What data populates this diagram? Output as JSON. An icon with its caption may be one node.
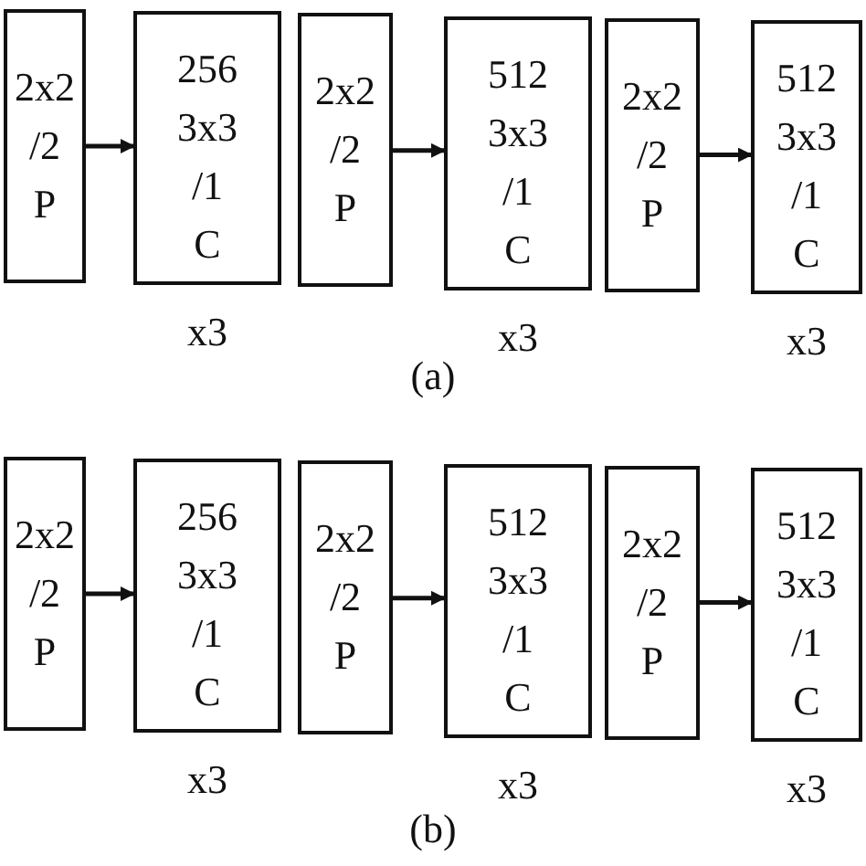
{
  "diagram": {
    "nodes": [
      {
        "text": [
          "2x2",
          "/2",
          "P"
        ]
      },
      {
        "text": [
          "256",
          "3x3",
          "/1",
          "C"
        ],
        "beside": [
          "x3"
        ]
      },
      {
        "text": [
          "2x2",
          "/2",
          "P"
        ]
      },
      {
        "text": [
          "512",
          "3x3",
          "/1",
          "C"
        ],
        "beside": [
          "x3"
        ]
      },
      {
        "text": [
          "2x2",
          "/2",
          "P"
        ]
      },
      {
        "text": [
          "512",
          "3x3",
          "/1",
          "C"
        ],
        "beside": [
          "x3"
        ]
      },
      {
        "text": [
          "2x2",
          "/2",
          "P"
        ]
      },
      {
        "text": [
          "256",
          "3x3",
          "/1",
          "C"
        ],
        "beside": [
          "x3"
        ]
      },
      {
        "text": [
          "2x2",
          "/2",
          "P"
        ]
      },
      {
        "text": [
          "512",
          "3x3",
          "/1",
          "C"
        ],
        "beside": [
          "x3"
        ]
      },
      {
        "text": [
          "2x2",
          "/2",
          "P"
        ]
      },
      {
        "text": [
          "512",
          "3x3",
          "/1",
          "C"
        ],
        "beside": [
          "x3"
        ]
      }
    ],
    "edges": [
      {
        "from": 0,
        "to": 1,
        "arrow": "to"
      },
      {
        "from": 2,
        "to": 3,
        "arrow": "to"
      },
      {
        "from": 4,
        "to": 5,
        "arrow": "to"
      },
      {
        "from": 6,
        "to": 7,
        "arrow": "to"
      },
      {
        "from": 8,
        "to": 9,
        "arrow": "to"
      },
      {
        "from": 10,
        "to": 11,
        "arrow": "to"
      }
    ],
    "labels": [
      "(a)",
      "(b)"
    ]
  }
}
